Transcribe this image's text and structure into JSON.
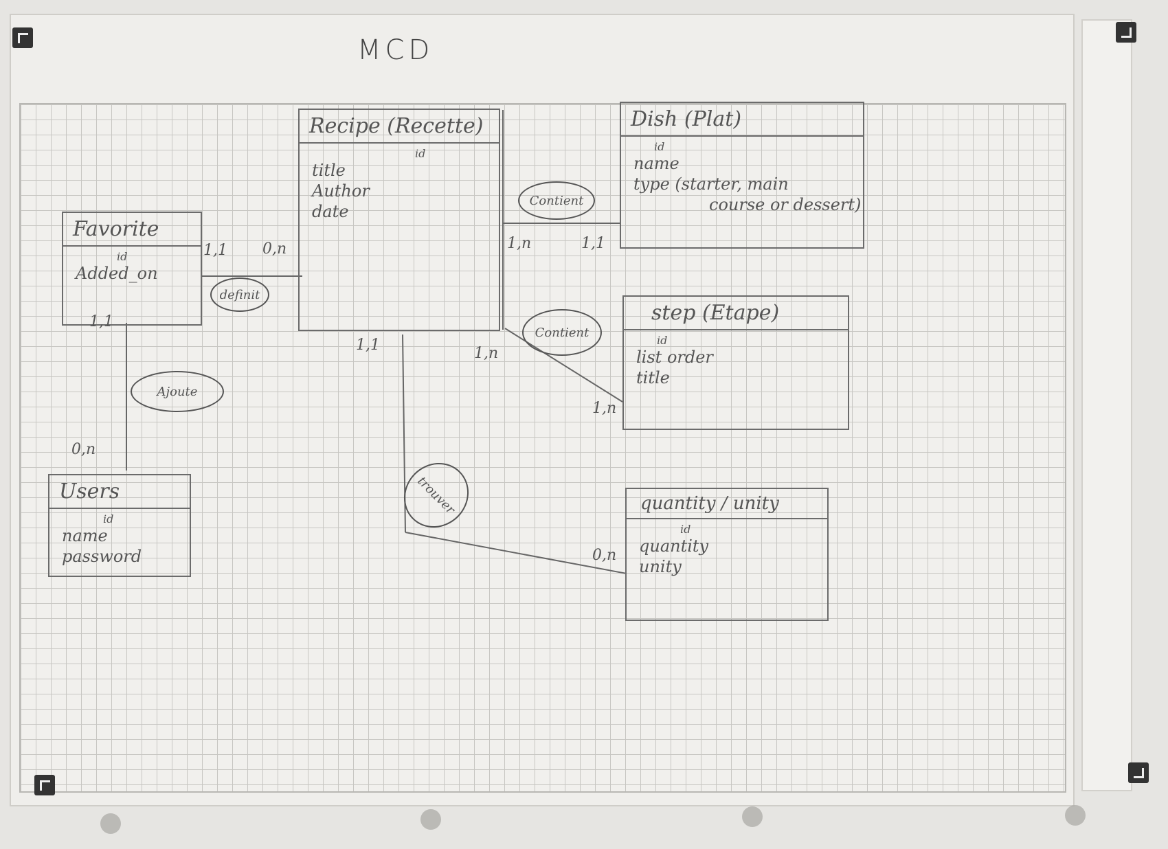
{
  "title": "MCD",
  "entities": {
    "recipe": {
      "name": "Recipe (Recette)",
      "id_mark": "id",
      "attrs": [
        "title",
        "Author",
        "date"
      ]
    },
    "dish": {
      "name": "Dish (Plat)",
      "id_mark": "id",
      "attrs": [
        "name",
        "type (starter, main",
        "course or dessert)"
      ]
    },
    "favorite": {
      "name": "Favorite",
      "id_mark": "id",
      "attrs": [
        "Added_on"
      ]
    },
    "users": {
      "name": "Users",
      "id_mark": "id",
      "attrs": [
        "name",
        "password"
      ]
    },
    "step": {
      "name": "step (Etape)",
      "id_mark": "id",
      "attrs": [
        "list order",
        "title"
      ]
    },
    "quantity": {
      "name": "quantity / unity",
      "id_mark": "id",
      "attrs": [
        "quantity",
        "unity"
      ]
    }
  },
  "associations": {
    "contient_dish": "Contient",
    "definit": "definit",
    "contient_step": "Contient",
    "ajoute": "Ajoute",
    "trouver": "trouver"
  },
  "cardinalities": {
    "fav_definit": "1,1",
    "recipe_definit": "0,n",
    "recipe_contient_dish": "1,n",
    "dish_contient": "1,1",
    "fav_ajoute": "1,1",
    "users_ajoute": "0,n",
    "recipe_trouver": "1,1",
    "recipe_contient_step": "1,n",
    "step_contient": "1,n",
    "quantity_trouver": "0,n"
  }
}
